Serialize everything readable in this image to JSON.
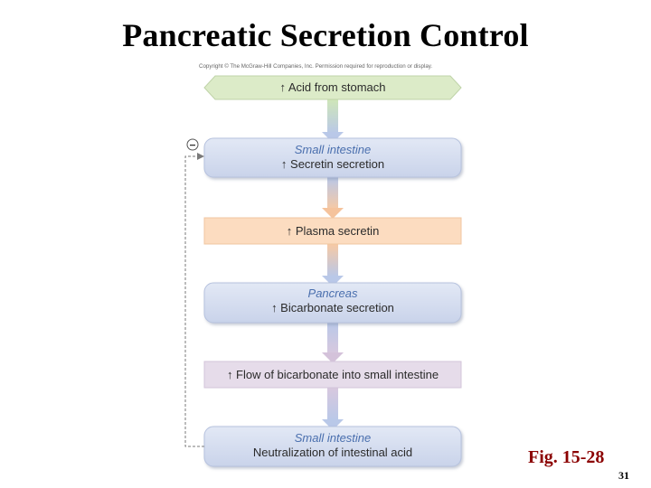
{
  "title": "Pancreatic Secretion Control",
  "copyright": "Copyright © The McGraw-Hill Companies, Inc. Permission required for reproduction or display.",
  "steps": [
    {
      "site": "",
      "text": "↑ Acid from stomach"
    },
    {
      "site": "Small intestine",
      "text": "↑ Secretin secretion"
    },
    {
      "site": "",
      "text": "↑ Plasma secretin"
    },
    {
      "site": "Pancreas",
      "text": "↑ Bicarbonate secretion"
    },
    {
      "site": "",
      "text": "↑ Flow of bicarbonate into small intestine"
    },
    {
      "site": "Small intestine",
      "text": "Neutralization of intestinal acid"
    }
  ],
  "feedback_symbol": "−",
  "figure_label": "Fig. 15-28",
  "page_number": "31",
  "colors": {
    "green": "#dcebc8",
    "blue": "#d6deef",
    "orange": "#fcdcc0",
    "lavender": "#e6dcea",
    "site_text": "#4a6fae",
    "figure_label": "#8b0000"
  }
}
